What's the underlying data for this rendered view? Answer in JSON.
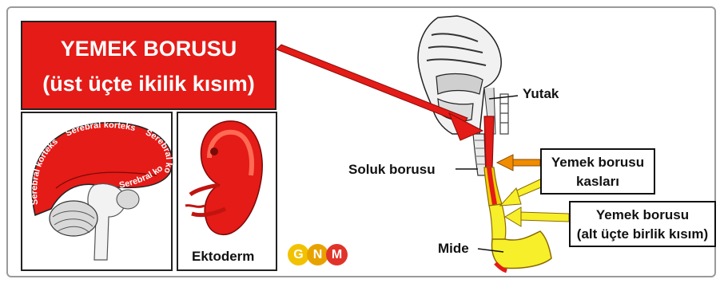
{
  "title": {
    "line1": "YEMEK BORUSU",
    "line2": "(üst üçte ikilik kısım)"
  },
  "brain": {
    "cortex_labels": [
      "Serebral korteks",
      "Serebral korteks",
      "Serebral korteks",
      "Serebral korteks"
    ]
  },
  "embryo": {
    "label": "Ektoderm"
  },
  "logo": {
    "letters": [
      "G",
      "N",
      "M"
    ],
    "colors": [
      "#f2c200",
      "#e8a200",
      "#e0342a"
    ]
  },
  "labels": {
    "pharynx": "Yutak",
    "trachea": "Soluk borusu",
    "muscles_line1": "Yemek borusu",
    "muscles_line2": "kasları",
    "lower_line1": "Yemek borusu",
    "lower_line2": "(alt üçte birlik kısım)",
    "stomach": "Mide"
  },
  "colors": {
    "red": "#e41b17",
    "yellow": "#f7ef2a",
    "orange": "#f08c00"
  }
}
